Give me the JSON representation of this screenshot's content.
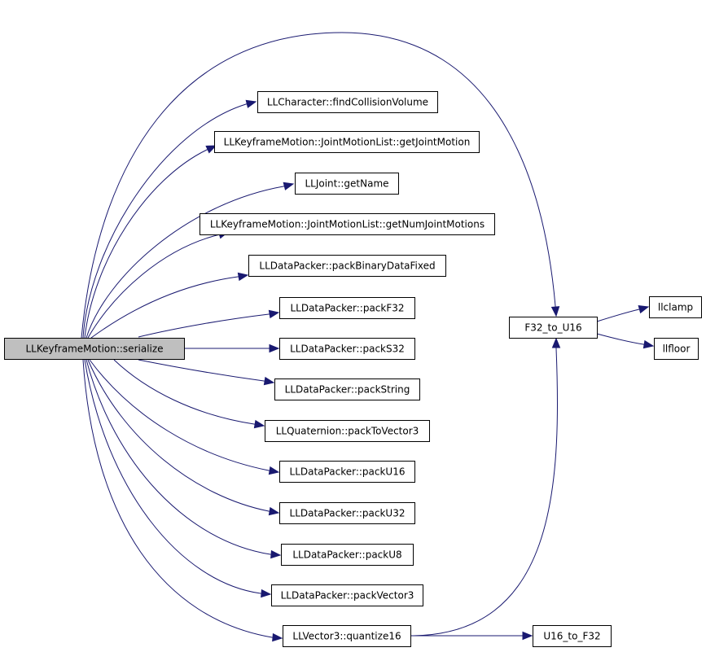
{
  "graph": {
    "root": "LLKeyframeMotion::serialize",
    "nodes": {
      "serialize": "LLKeyframeMotion::serialize",
      "findCollisionVolume": "LLCharacter::findCollisionVolume",
      "getJointMotion": "LLKeyframeMotion::JointMotionList::getJointMotion",
      "getName": "LLJoint::getName",
      "getNumJointMotions": "LLKeyframeMotion::JointMotionList::getNumJointMotions",
      "packBinaryDataFixed": "LLDataPacker::packBinaryDataFixed",
      "packF32": "LLDataPacker::packF32",
      "packS32": "LLDataPacker::packS32",
      "packString": "LLDataPacker::packString",
      "packToVector3": "LLQuaternion::packToVector3",
      "packU16": "LLDataPacker::packU16",
      "packU32": "LLDataPacker::packU32",
      "packU8": "LLDataPacker::packU8",
      "packVector3": "LLDataPacker::packVector3",
      "quantize16": "LLVector3::quantize16",
      "F32_to_U16": "F32_to_U16",
      "llclamp": "llclamp",
      "llfloor": "llfloor",
      "U16_to_F32": "U16_to_F32"
    },
    "edges": [
      [
        "serialize",
        "findCollisionVolume"
      ],
      [
        "serialize",
        "getJointMotion"
      ],
      [
        "serialize",
        "getName"
      ],
      [
        "serialize",
        "getNumJointMotions"
      ],
      [
        "serialize",
        "packBinaryDataFixed"
      ],
      [
        "serialize",
        "packF32"
      ],
      [
        "serialize",
        "packS32"
      ],
      [
        "serialize",
        "packString"
      ],
      [
        "serialize",
        "packToVector3"
      ],
      [
        "serialize",
        "packU16"
      ],
      [
        "serialize",
        "packU32"
      ],
      [
        "serialize",
        "packU8"
      ],
      [
        "serialize",
        "packVector3"
      ],
      [
        "serialize",
        "quantize16"
      ],
      [
        "serialize",
        "F32_to_U16"
      ],
      [
        "quantize16",
        "F32_to_U16"
      ],
      [
        "quantize16",
        "U16_to_F32"
      ],
      [
        "F32_to_U16",
        "llclamp"
      ],
      [
        "F32_to_U16",
        "llfloor"
      ]
    ],
    "colors": {
      "edge": "#191970",
      "root_fill": "#bfbfbf",
      "node_fill": "#ffffff",
      "node_border": "#000000"
    }
  }
}
